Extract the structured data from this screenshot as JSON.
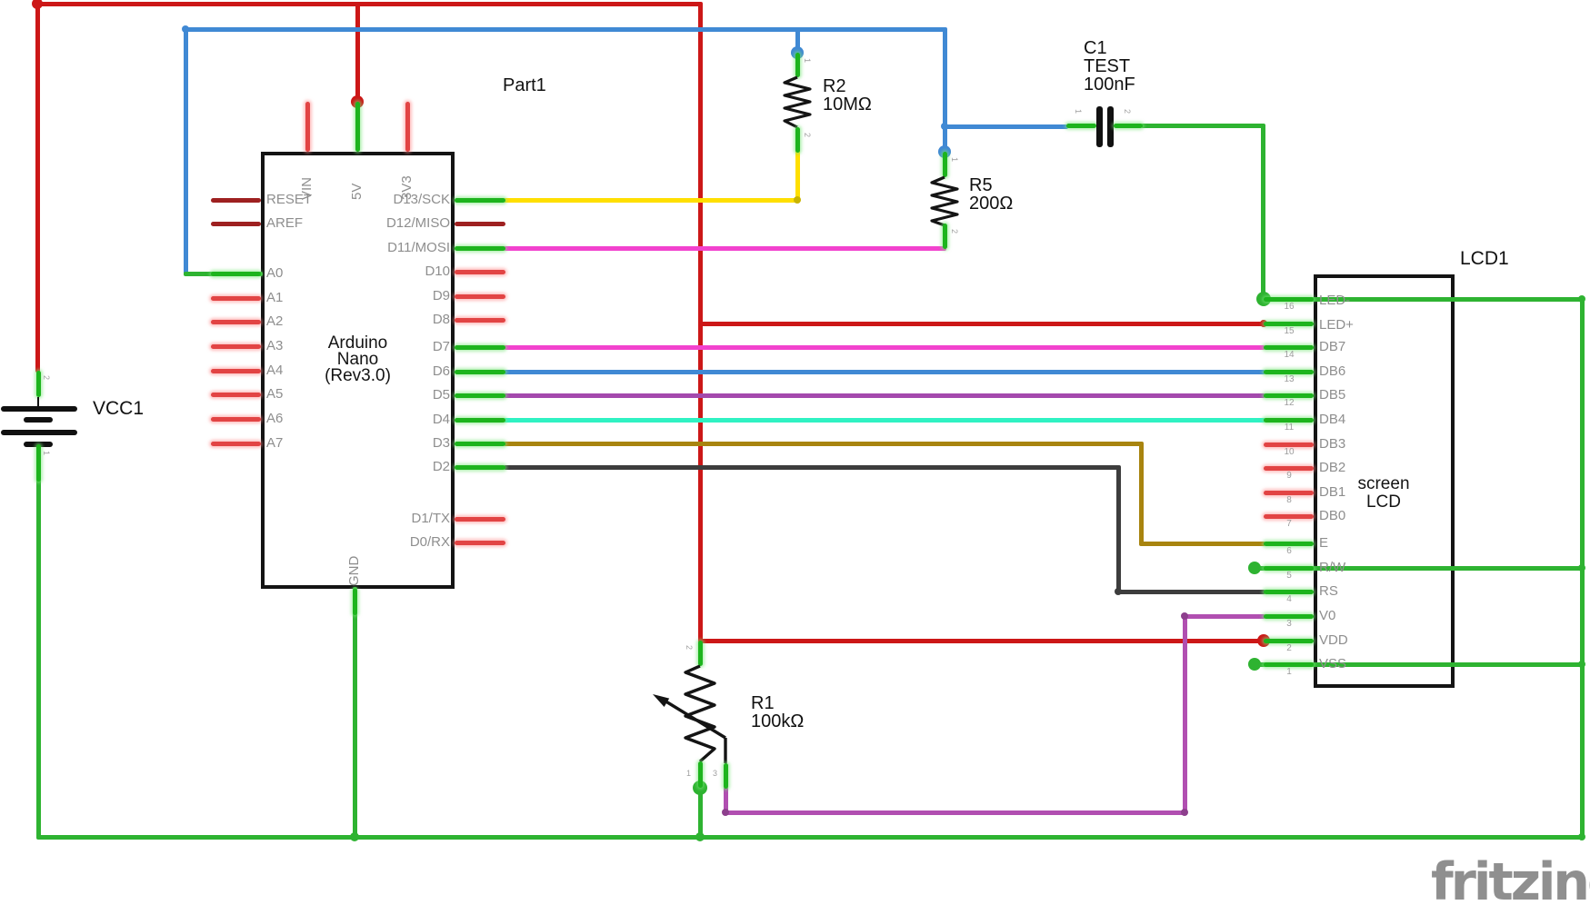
{
  "colors": {
    "red": "#cc1717",
    "green": "#2eb331",
    "blue": "#4089d4",
    "yellow": "#ffdf00",
    "magenta": "#f242ce",
    "purple": "#a449ad",
    "violet": "#b14fb1",
    "cyan": "#2ff2c3",
    "olive": "#a8840f",
    "dark": "#3d3d3d",
    "yellow_dark": "#c9b400",
    "violet_dark": "#8d3f8d"
  },
  "labels": {
    "part1": "Part1",
    "watermark": "fritzing"
  },
  "battery": {
    "ref": "VCC1",
    "pin_top": "2",
    "pin_bottom": "1"
  },
  "arduino": {
    "name": [
      "Arduino",
      "Nano",
      "(Rev3.0)"
    ],
    "top_pins": [
      "VIN",
      "5V",
      "3V3"
    ],
    "bottom_pin": "GND",
    "left_pins": [
      "RESET",
      "AREF",
      "A0",
      "A1",
      "A2",
      "A3",
      "A4",
      "A5",
      "A6",
      "A7"
    ],
    "right_pins": [
      "D13/SCK",
      "D12/MISO",
      "D11/MOSI",
      "D10",
      "D9",
      "D8",
      "D7",
      "D6",
      "D5",
      "D4",
      "D3",
      "D2",
      "D1/TX",
      "D0/RX"
    ]
  },
  "r2": {
    "ref": "R2",
    "value": "10MΩ",
    "pin1": "1",
    "pin2": "2"
  },
  "r5": {
    "ref": "R5",
    "value": "200Ω",
    "pin1": "1",
    "pin2": "2"
  },
  "r1": {
    "ref": "R1",
    "value": "100kΩ",
    "pin1": "1",
    "pin2": "2",
    "pin3": "3"
  },
  "c1": {
    "ref": "C1",
    "label": "TEST",
    "value": "100nF",
    "pin1": "1",
    "pin2": "2"
  },
  "lcd": {
    "ref": "LCD1",
    "name": [
      "screen",
      "LCD"
    ],
    "pins": [
      {
        "num": "16",
        "label": "LED-"
      },
      {
        "num": "15",
        "label": "LED+"
      },
      {
        "num": "14",
        "label": "DB7"
      },
      {
        "num": "13",
        "label": "DB6"
      },
      {
        "num": "12",
        "label": "DB5"
      },
      {
        "num": "11",
        "label": "DB4"
      },
      {
        "num": "10",
        "label": "DB3"
      },
      {
        "num": "9",
        "label": "DB2"
      },
      {
        "num": "8",
        "label": "DB1"
      },
      {
        "num": "7",
        "label": "DB0"
      },
      {
        "num": "6",
        "label": "E"
      },
      {
        "num": "5",
        "label": "R/W"
      },
      {
        "num": "4",
        "label": "RS"
      },
      {
        "num": "3",
        "label": "V0"
      },
      {
        "num": "2",
        "label": "VDD"
      },
      {
        "num": "1",
        "label": "VSS"
      }
    ]
  }
}
